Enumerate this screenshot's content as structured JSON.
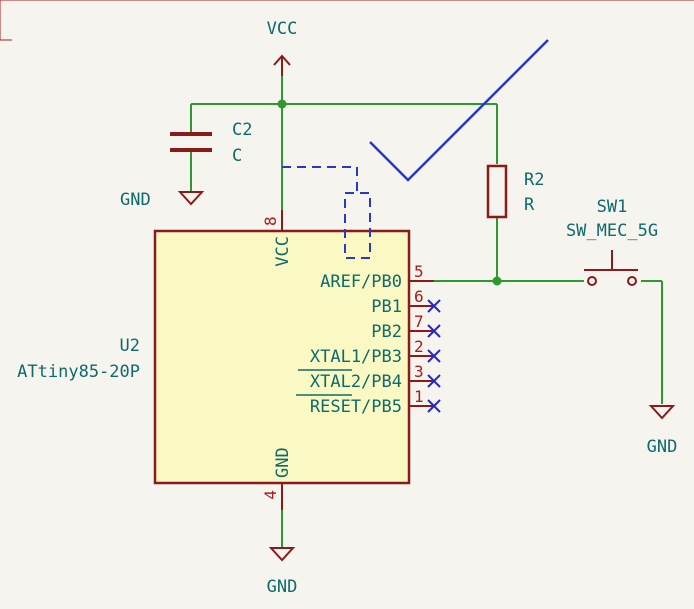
{
  "schematic": {
    "power_top": "VCC",
    "capacitor": {
      "ref": "C2",
      "value": "C",
      "gnd": "GND"
    },
    "resistor": {
      "ref": "R2",
      "value": "R"
    },
    "switch": {
      "ref": "SW1",
      "value": "SW_MEC_5G",
      "gnd": "GND"
    },
    "ic": {
      "ref": "U2",
      "value": "ATtiny85-20P",
      "vcc_pin_name": "VCC",
      "vcc_pin_number": "8",
      "gnd_pin_name": "GND",
      "gnd_pin_number": "4",
      "gnd_label": "GND",
      "pins": [
        {
          "name": "AREF/PB0",
          "number": "5"
        },
        {
          "name": "PB1",
          "number": "6"
        },
        {
          "name": "PB2",
          "number": "7"
        },
        {
          "name": "XTAL1/PB3",
          "number": "2"
        },
        {
          "name": "XTAL2/PB4",
          "number": "3"
        },
        {
          "name": "RESET/PB5",
          "number": "1"
        }
      ]
    }
  },
  "colors": {
    "background": "#f5f4ef",
    "wire": "#2e9a2e",
    "component": "#8b1a1a",
    "ic_fill": "#fbf9c3",
    "text": "#0e6b6b",
    "pin_number": "#a81e1e",
    "no_connect": "#2828c8",
    "annotation": "#2838c8"
  }
}
